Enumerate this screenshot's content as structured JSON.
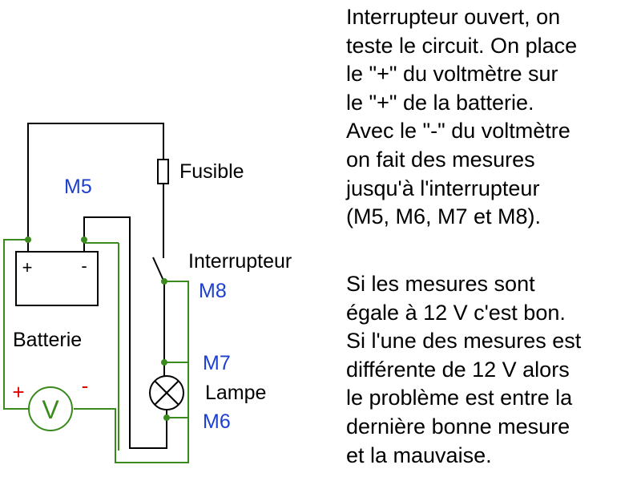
{
  "labels": {
    "fusible": "Fusible",
    "interrupteur": "Interrupteur",
    "batterie": "Batterie",
    "lampe": "Lampe",
    "plus_terminal": "+",
    "minus_terminal": "-",
    "voltmeter": "V",
    "voltmeter_plus": "+",
    "voltmeter_minus": "-"
  },
  "points": {
    "m5": "M5",
    "m6": "M6",
    "m7": "M7",
    "m8": "M8"
  },
  "explanation": {
    "paragraph1": [
      "Interrupteur ouvert, on",
      "teste le circuit. On place",
      "le \"+\" du voltmètre sur",
      "le \"+\" de la batterie.",
      "Avec le \"-\" du voltmètre",
      "on fait des mesures",
      "jusqu'à l'interrupteur",
      "(M5, M6, M7 et M8)."
    ],
    "paragraph2": [
      "Si les mesures sont",
      "égale à 12 V c'est bon.",
      "Si l'une des mesures est",
      "différente de 12 V alors",
      "le problème est entre la",
      "dernière bonne mesure",
      "et la mauvaise."
    ]
  },
  "colors": {
    "circuit_wire": "#000000",
    "measure_wire": "#3a8a1e",
    "node_dot": "#3a8a1e",
    "voltmeter_plus": "#e00000",
    "voltmeter_minus": "#e00000",
    "measure_label": "#1c3fd1",
    "text": "#000000"
  }
}
